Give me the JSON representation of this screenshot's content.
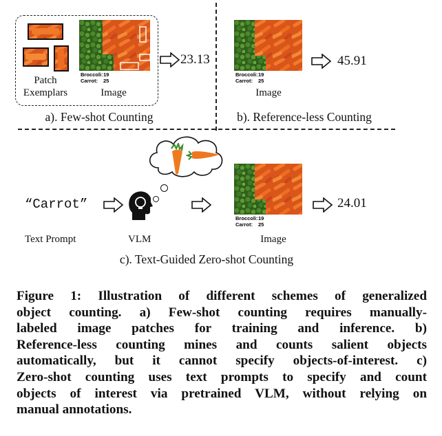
{
  "panel_a": {
    "patch_label_line1": "Patch",
    "patch_label_line2": "Exemplars",
    "image_label": "Image",
    "result": "23.13",
    "counts": [
      {
        "name": "Broccoli:",
        "value": "19"
      },
      {
        "name": "Carrot:",
        "value": "25"
      }
    ],
    "subcaption": "a). Few-shot Counting"
  },
  "panel_b": {
    "image_label": "Image",
    "result": "45.91",
    "counts": [
      {
        "name": "Broccoli:",
        "value": "19"
      },
      {
        "name": "Carrot:",
        "value": "25"
      }
    ],
    "subcaption": "b). Reference-less Counting"
  },
  "panel_c": {
    "prompt_text": "“Carrot”",
    "prompt_label": "Text Prompt",
    "vlm_label": "VLM",
    "image_label": "Image",
    "result": "24.01",
    "counts": [
      {
        "name": "Broccoli:",
        "value": "19"
      },
      {
        "name": "Carrot:",
        "value": "25"
      }
    ],
    "subcaption": "c). Text-Guided Zero-shot Counting"
  },
  "figure_caption": {
    "lines": [
      "Figure 1: Illustration of different schemes of generalized",
      "object counting. a) Few-shot counting requires manually-",
      "labeled image patches for training and inference. b)",
      "Reference-less counting mines and counts salient objects",
      "automatically, but it cannot specify objects-of-interest. c)",
      "Zero-shot counting uses text prompts to specify and count",
      "objects of interest via pretrained VLM, without relying on",
      "manual annotations."
    ]
  },
  "colors": {
    "carrot": "#e8641e",
    "broccoli": "#3f7a25",
    "box_highlight": "#ffffff"
  }
}
